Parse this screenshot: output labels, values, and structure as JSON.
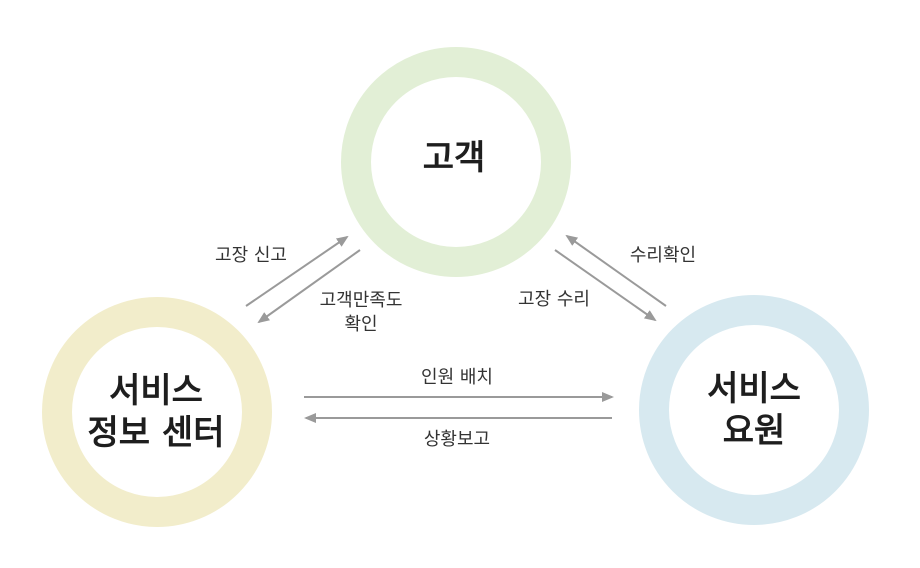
{
  "nodes": {
    "customer": {
      "label_line1": "고객",
      "ring_color": "#e2efd6"
    },
    "center": {
      "label_line1": "서비스",
      "label_line2": "정보 센터",
      "ring_color": "#f2edcb"
    },
    "staff": {
      "label_line1": "서비스",
      "label_line2": "요원",
      "ring_color": "#d7e9f0"
    }
  },
  "edges": {
    "fault_report_to_customer": "고장 신고",
    "satisfaction_line1": "고객만족도",
    "satisfaction_line2": "확인",
    "repair_check": "수리확인",
    "fault_repair": "고장 수리",
    "dispatch": "인원 배치",
    "status_report": "상황보고"
  },
  "arrow_color": "#9a9a9a"
}
